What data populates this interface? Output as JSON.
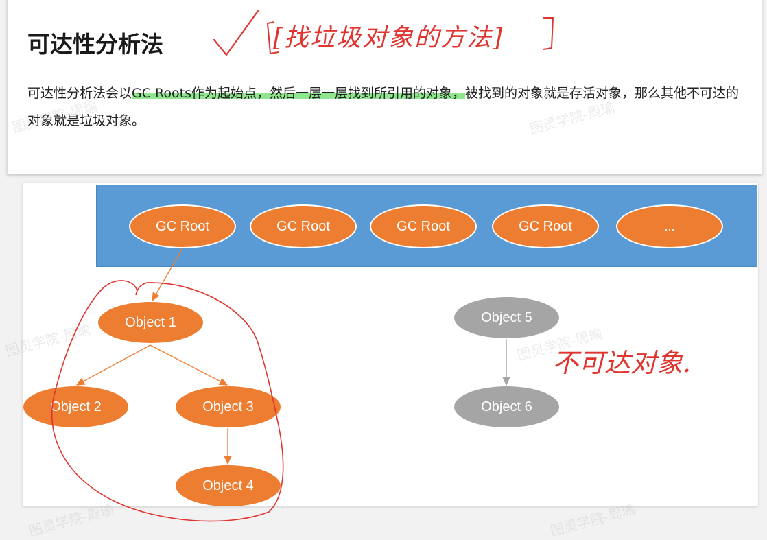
{
  "heading": {
    "title": "可达性分析法",
    "annotation": "[找垃圾对象的方法]"
  },
  "paragraph": {
    "part1": "可达性分析法会以",
    "highlight": "GC Roots作为起始点，然后一层一层找到所引用的对象，",
    "part2": "被找到的对象就是存活对象，那么其他不可达的对象就是垃圾对象。"
  },
  "diagram": {
    "roots": [
      "GC Root",
      "GC Root",
      "GC Root",
      "GC Root",
      "..."
    ],
    "reachable": [
      "Object 1",
      "Object 2",
      "Object 3",
      "Object 4"
    ],
    "unreachable": [
      "Object 5",
      "Object 6"
    ],
    "unreachable_note": "不可达对象.",
    "colors": {
      "band": "#5b9bd5",
      "root_node": "#ed7d31",
      "reachable_node": "#ed7d31",
      "unreachable_node": "#a5a5a5",
      "edge_reachable": "#ed7d31",
      "edge_unreachable": "#a5a5a5",
      "handwriting": "#e0342f",
      "highlight": "#8fe68f"
    }
  },
  "watermark": "图灵学院-周瑜"
}
